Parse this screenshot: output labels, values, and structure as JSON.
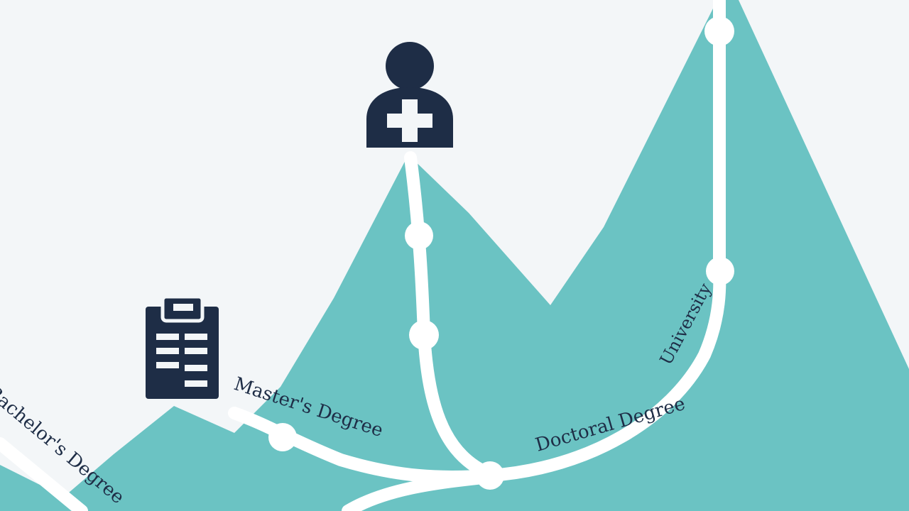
{
  "colors": {
    "background": "#f3f6f8",
    "mountain": "#6bc3c3",
    "path": "#ffffff",
    "icon": "#1e2d46",
    "text": "#1e2d46"
  },
  "labels": {
    "left": "Bachelor's Degree",
    "masters": "Master's Degree",
    "doctoral": "Doctoral Degree",
    "university": "University"
  },
  "icons": {
    "clipboard": "clipboard-icon",
    "doctor": "medical-person-icon"
  }
}
